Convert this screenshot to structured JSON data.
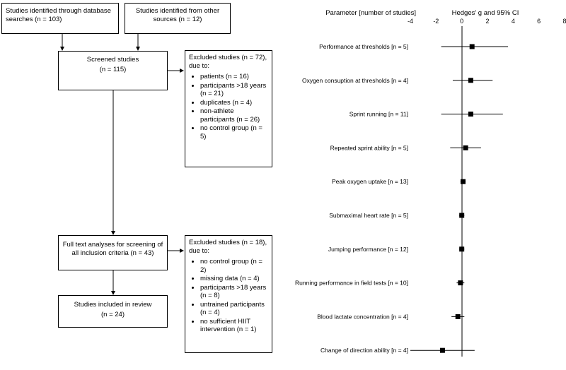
{
  "flow": {
    "box_db": "Studies identified through database searches (n = 103)",
    "box_other": "Studies identified from other sources (n = 12)",
    "box_screened_title": "Screened studies",
    "box_screened_n": "(n = 115)",
    "box_excluded1_title": "Excluded studies (n = 72), due to:",
    "box_excluded1_items": [
      "patients (n = 16)",
      "participants >18 years (n = 21)",
      "duplicates (n = 4)",
      "non-athlete participants (n = 26)",
      "no control group (n = 5)"
    ],
    "box_fulltext": "Full text analyses for screening of all inclusion criteria (n = 43)",
    "box_excluded2_title": "Excluded studies (n = 18), due to:",
    "box_excluded2_items": [
      "no control group (n = 2)",
      "missing data (n = 4)",
      "participants >18 years (n = 8)",
      "untrained participants (n = 4)",
      "no sufficient HIIT intervention (n = 1)"
    ],
    "box_included_title": "Studies included in review",
    "box_included_n": "(n = 24)"
  },
  "chart_data": {
    "type": "forest",
    "xlabel": "Hedges' g and 95% CI",
    "row_header": "Parameter [number of studies]",
    "xlim": [
      -4,
      8
    ],
    "xticks": [
      "-4",
      "-2",
      "0",
      "2",
      "4",
      "6",
      "8"
    ],
    "rows": [
      {
        "label": "Performance at thresholds [n = 5]",
        "g": 0.8,
        "lo": -1.6,
        "hi": 3.6
      },
      {
        "label": "Oxygen consuption at thresholds [n = 4]",
        "g": 0.7,
        "lo": -0.7,
        "hi": 2.4
      },
      {
        "label": "Sprint running [n = 11]",
        "g": 0.7,
        "lo": -1.6,
        "hi": 3.2
      },
      {
        "label": "Repeated sprint ability [n = 5]",
        "g": 0.3,
        "lo": -0.9,
        "hi": 1.5
      },
      {
        "label": "Peak oxygen uptake [n = 13]",
        "g": 0.1,
        "lo": -0.1,
        "hi": 0.3
      },
      {
        "label": "Submaximal heart rate [n = 5]",
        "g": 0.0,
        "lo": -0.2,
        "hi": 0.2
      },
      {
        "label": "Jumping performance [n = 12]",
        "g": 0.0,
        "lo": -0.2,
        "hi": 0.2
      },
      {
        "label": "Running performance in field tests [n = 10]",
        "g": -0.1,
        "lo": -0.4,
        "hi": 0.2
      },
      {
        "label": "Blood lactate concentration [n = 4]",
        "g": -0.3,
        "lo": -0.8,
        "hi": 0.2
      },
      {
        "label": "Change of direction ability [n = 4]",
        "g": -1.5,
        "lo": -4.0,
        "hi": 1.0
      }
    ]
  }
}
